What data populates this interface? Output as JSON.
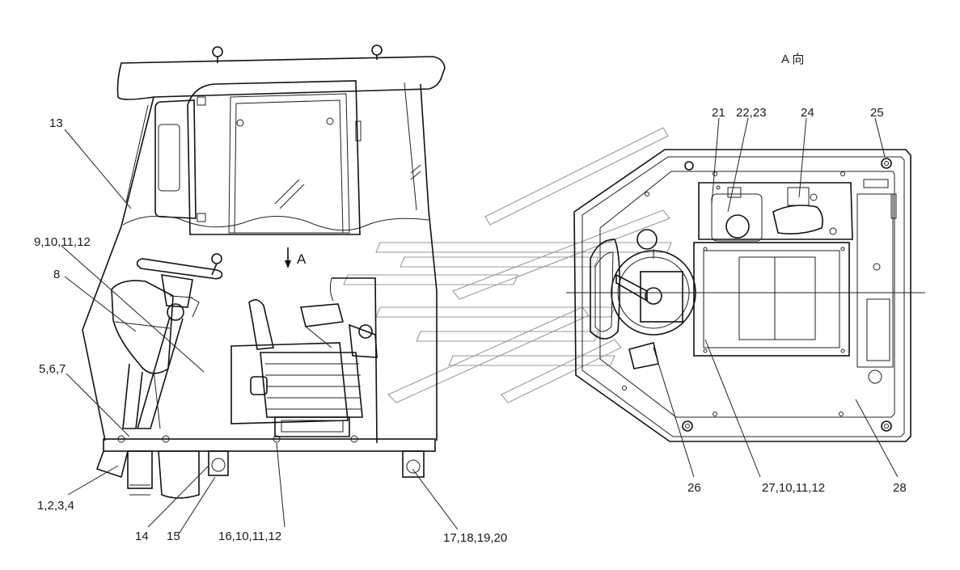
{
  "view_label": "A 向",
  "section_arrow_label": "A",
  "callouts": {
    "c13": "13",
    "c9": "9,10,11,12",
    "c8": "8",
    "c567": "5,6,7",
    "c1234": "1,2,3,4",
    "c14": "14",
    "c15": "15",
    "c16": "16,10,11,12",
    "c17": "17,18,19,20",
    "c21": "21",
    "c2223": "22,23",
    "c24": "24",
    "c25": "25",
    "c26": "26",
    "c27": "27,10,11,12",
    "c28": "28"
  }
}
